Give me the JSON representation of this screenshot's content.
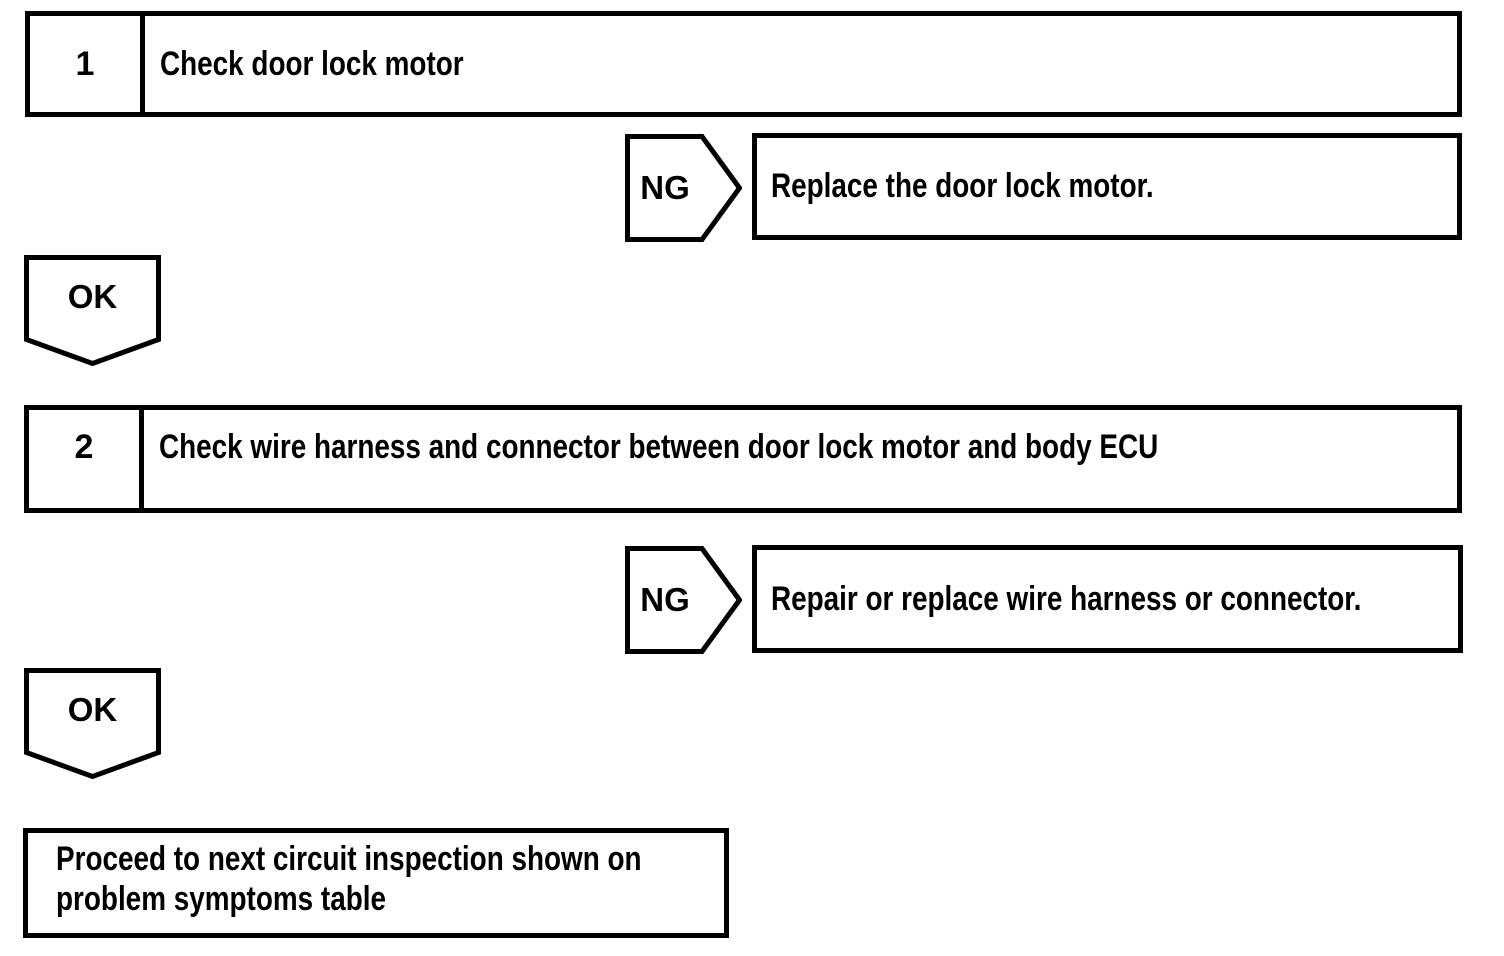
{
  "page": {
    "background": "#ffffff",
    "ink": "#000000"
  },
  "flowchart": {
    "steps": [
      {
        "number": "1",
        "title": "Check door lock motor",
        "ng": {
          "label": "NG",
          "action": "Replace the door lock motor."
        },
        "ok": {
          "label": "OK"
        }
      },
      {
        "number": "2",
        "title": "Check wire harness and connector between door lock motor and body ECU",
        "ng": {
          "label": "NG",
          "action": "Repair or replace wire harness or connector."
        },
        "ok": {
          "label": "OK"
        }
      }
    ],
    "end_box": {
      "line1": "Proceed to next circuit inspection shown on",
      "line2": "problem symptoms table"
    }
  }
}
